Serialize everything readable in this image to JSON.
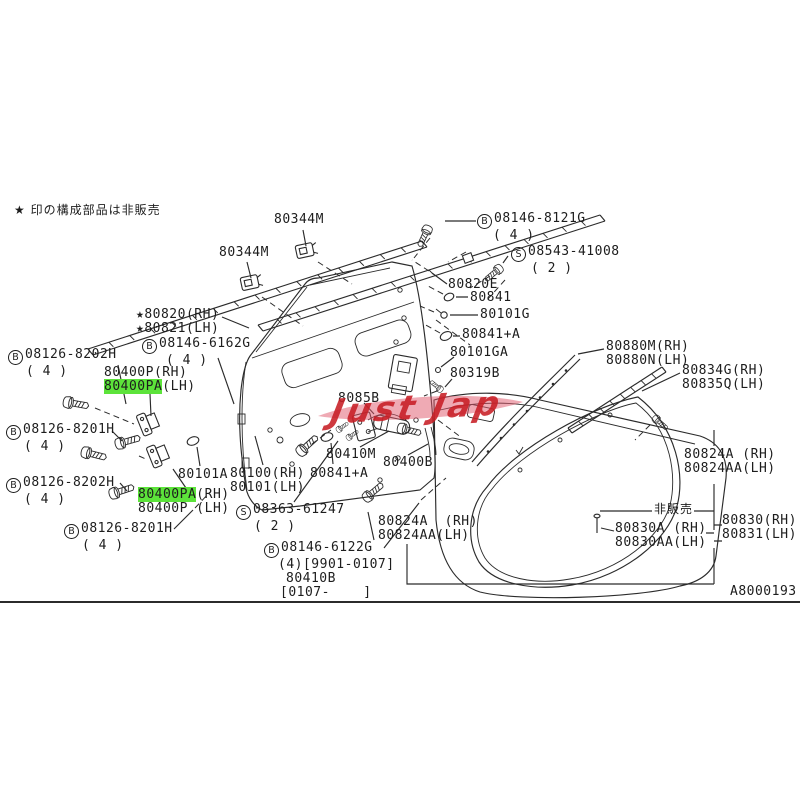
{
  "diagram_code": "A8000193",
  "note": "★ 印の構成部品は非販売",
  "watermark": "Just Jap",
  "colors": {
    "line": "#2b2b2b",
    "highlight": "#5ce33a",
    "watermark_red": "#c81e25",
    "watermark_pink": "#e0556a"
  },
  "labels": [
    {
      "id": "note",
      "jp": true,
      "lines": [
        [
          {
            "t": "★ 印の構成部品は非販売"
          }
        ]
      ]
    },
    {
      "id": "l80344m_a",
      "lines": [
        [
          {
            "t": "80344M"
          }
        ]
      ]
    },
    {
      "id": "l80344m_b",
      "lines": [
        [
          {
            "t": "80344M"
          }
        ]
      ]
    },
    {
      "id": "b8121g",
      "lines": [
        [
          {
            "c": "B"
          },
          {
            "t": "08146-8121G"
          }
        ],
        [
          {
            "t": "( 4 )"
          }
        ]
      ]
    },
    {
      "id": "s41008",
      "lines": [
        [
          {
            "c": "S"
          },
          {
            "t": "08543-41008"
          }
        ],
        [
          {
            "t": "( 2 )"
          }
        ]
      ]
    },
    {
      "id": "l80820e",
      "lines": [
        [
          {
            "t": "80820E"
          }
        ]
      ]
    },
    {
      "id": "l80841",
      "lines": [
        [
          {
            "t": "80841"
          }
        ]
      ]
    },
    {
      "id": "l80101g",
      "lines": [
        [
          {
            "t": "80101G"
          }
        ]
      ]
    },
    {
      "id": "l80841a",
      "lines": [
        [
          {
            "t": "80841+A"
          }
        ]
      ]
    },
    {
      "id": "l80101ga",
      "lines": [
        [
          {
            "t": "80101GA"
          }
        ]
      ]
    },
    {
      "id": "l80319b",
      "lines": [
        [
          {
            "t": "80319B"
          }
        ]
      ]
    },
    {
      "id": "l80820rh",
      "lines": [
        [
          {
            "t": "★80820(RH)"
          }
        ],
        [
          {
            "t": "★80821(LH)"
          }
        ]
      ]
    },
    {
      "id": "b6162g",
      "lines": [
        [
          {
            "c": "B"
          },
          {
            "t": "08146-6162G"
          }
        ],
        [
          {
            "t": "( 4 )"
          }
        ]
      ]
    },
    {
      "id": "b8202h_a",
      "lines": [
        [
          {
            "c": "B"
          },
          {
            "t": "08126-8202H"
          }
        ],
        [
          {
            "t": "( 4 )"
          }
        ]
      ]
    },
    {
      "id": "g80400p_a",
      "lines": [
        [
          {
            "t": "80400P(RH)"
          }
        ],
        [
          {
            "t": "80400PA",
            "hl": true
          },
          {
            "t": "(LH)"
          }
        ]
      ]
    },
    {
      "id": "b8201h_a",
      "lines": [
        [
          {
            "c": "B"
          },
          {
            "t": "08126-8201H"
          }
        ],
        [
          {
            "t": "( 4 )"
          }
        ]
      ]
    },
    {
      "id": "b8202h_b",
      "lines": [
        [
          {
            "c": "B"
          },
          {
            "t": "08126-8202H"
          }
        ],
        [
          {
            "t": "( 4 )"
          }
        ]
      ]
    },
    {
      "id": "l80101a",
      "lines": [
        [
          {
            "t": "80101A"
          }
        ]
      ]
    },
    {
      "id": "g80400p_b",
      "lines": [
        [
          {
            "t": "80400PA",
            "hl": true
          },
          {
            "t": "(RH)"
          }
        ],
        [
          {
            "t": "80400P (LH)"
          }
        ]
      ]
    },
    {
      "id": "b8201h_b",
      "lines": [
        [
          {
            "c": "B"
          },
          {
            "t": "08126-8201H"
          }
        ],
        [
          {
            "t": "( 4 )"
          }
        ]
      ]
    },
    {
      "id": "l80100",
      "lines": [
        [
          {
            "t": "80100(RH)"
          }
        ],
        [
          {
            "t": "80101(LH)"
          }
        ]
      ]
    },
    {
      "id": "l80841a2",
      "lines": [
        [
          {
            "t": "80841+A"
          }
        ]
      ]
    },
    {
      "id": "l80410m",
      "lines": [
        [
          {
            "t": "80410M"
          }
        ]
      ]
    },
    {
      "id": "l80400b",
      "lines": [
        [
          {
            "t": "80400B"
          }
        ]
      ]
    },
    {
      "id": "l8085b",
      "lines": [
        [
          {
            "t": "8085B"
          }
        ]
      ]
    },
    {
      "id": "s61247",
      "lines": [
        [
          {
            "c": "S"
          },
          {
            "t": "08363-61247"
          }
        ],
        [
          {
            "t": "( 2 )"
          }
        ]
      ]
    },
    {
      "id": "b6122g",
      "lines": [
        [
          {
            "c": "B"
          },
          {
            "t": "08146-6122G"
          }
        ],
        [
          {
            "t": "(4)[9901-0107]"
          }
        ],
        [
          {
            "t": "80410B"
          }
        ],
        [
          {
            "t": "[0107-    ]"
          }
        ]
      ]
    },
    {
      "id": "l80824a_l",
      "lines": [
        [
          {
            "t": "80824A  (RH)"
          }
        ],
        [
          {
            "t": "80824AA(LH)"
          }
        ]
      ]
    },
    {
      "id": "l80880m",
      "lines": [
        [
          {
            "t": "80880M(RH)"
          }
        ],
        [
          {
            "t": "80880N(LH)"
          }
        ]
      ]
    },
    {
      "id": "l80834g",
      "lines": [
        [
          {
            "t": "80834G(RH)"
          }
        ],
        [
          {
            "t": "80835Q(LH)"
          }
        ]
      ]
    },
    {
      "id": "l80824a_r",
      "lines": [
        [
          {
            "t": "80824A (RH)"
          }
        ],
        [
          {
            "t": "80824AA(LH)"
          }
        ]
      ]
    },
    {
      "id": "hihanbai",
      "jp": true,
      "lines": [
        [
          {
            "t": "非販売"
          }
        ]
      ]
    },
    {
      "id": "l80830a",
      "lines": [
        [
          {
            "t": "80830A (RH)"
          }
        ],
        [
          {
            "t": "80830AA(LH)"
          }
        ]
      ]
    },
    {
      "id": "l80830",
      "lines": [
        [
          {
            "t": "80830(RH)"
          }
        ],
        [
          {
            "t": "80831(LH)"
          }
        ]
      ]
    },
    {
      "id": "code",
      "lines": [
        [
          {
            "t": "A8000193"
          }
        ]
      ]
    }
  ]
}
